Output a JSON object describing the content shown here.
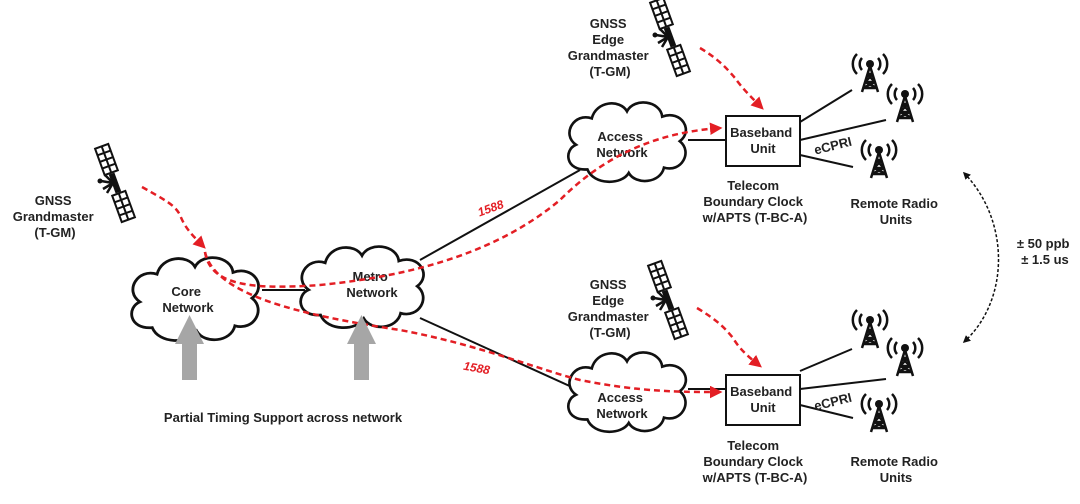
{
  "diagram": {
    "colors": {
      "ptp_path": "#e31e24",
      "support_arrow": "#a6a6a6",
      "line": "#111111"
    },
    "grandmaster": {
      "lines": [
        "GNSS",
        "Grandmaster",
        "(T-GM)"
      ],
      "icon": "satellite-icon"
    },
    "core_network": {
      "lines": [
        "Core",
        "Network"
      ],
      "icon": "cloud-icon"
    },
    "metro_network": {
      "lines": [
        "Metro",
        "Network"
      ],
      "icon": "cloud-icon"
    },
    "top_branch": {
      "edge_grandmaster": {
        "lines": [
          "GNSS",
          "Edge",
          "Grandmaster",
          "(T-GM)"
        ],
        "icon": "satellite-icon"
      },
      "access_network": {
        "lines": [
          "Access",
          "Network"
        ],
        "icon": "cloud-icon"
      },
      "ptp_label": "1588",
      "baseband_unit": {
        "lines": [
          "Baseband",
          "Unit"
        ]
      },
      "boundary_clock": {
        "lines": [
          "Telecom",
          "Boundary Clock",
          "w/APTS (T-BC-A)"
        ]
      },
      "fronthaul_label": "eCPRI",
      "radio_units": {
        "lines": [
          "Remote Radio",
          "Units"
        ],
        "count": 3,
        "icon": "radio-tower-icon"
      }
    },
    "bottom_branch": {
      "edge_grandmaster": {
        "lines": [
          "GNSS",
          "Edge",
          "Grandmaster",
          "(T-GM)"
        ],
        "icon": "satellite-icon"
      },
      "access_network": {
        "lines": [
          "Access",
          "Network"
        ],
        "icon": "cloud-icon"
      },
      "ptp_label": "1588",
      "baseband_unit": {
        "lines": [
          "Baseband",
          "Unit"
        ]
      },
      "boundary_clock": {
        "lines": [
          "Telecom",
          "Boundary Clock",
          "w/APTS (T-BC-A)"
        ]
      },
      "fronthaul_label": "eCPRI",
      "radio_units": {
        "lines": [
          "Remote Radio",
          "Units"
        ],
        "count": 3,
        "icon": "radio-tower-icon"
      }
    },
    "partial_timing_label": "Partial Timing Support across network",
    "sync_requirement": {
      "lines": [
        "± 50 ppb",
        "± 1.5 us"
      ]
    }
  }
}
